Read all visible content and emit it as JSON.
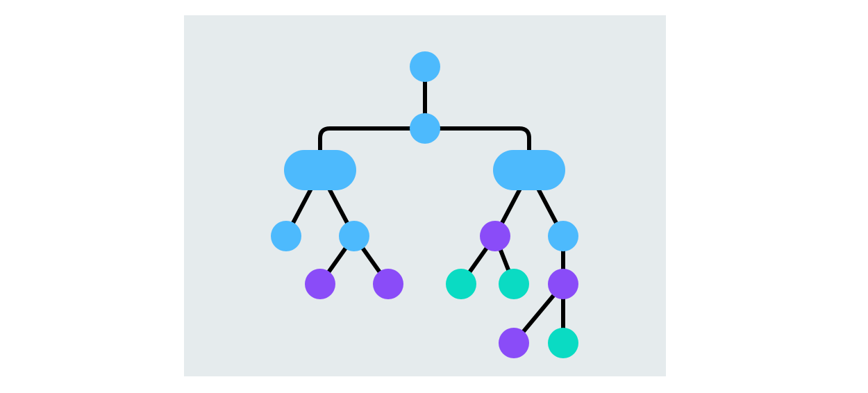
{
  "diagram": {
    "type": "tree",
    "colors": {
      "page_background": "#ffffff",
      "panel_background": "#e5ebed",
      "edge": "#000000",
      "blue": "#4dbafd",
      "purple": "#8a4cf8",
      "teal": "#0adbc3"
    },
    "nodes": [
      {
        "id": "root",
        "shape": "circle",
        "color": "blue"
      },
      {
        "id": "hub",
        "shape": "circle",
        "color": "blue"
      },
      {
        "id": "left-group",
        "shape": "pill",
        "color": "blue"
      },
      {
        "id": "right-group",
        "shape": "pill",
        "color": "blue"
      },
      {
        "id": "left-leaf",
        "shape": "circle",
        "color": "blue"
      },
      {
        "id": "left-branch",
        "shape": "circle",
        "color": "blue"
      },
      {
        "id": "left-branch-child-1",
        "shape": "circle",
        "color": "purple"
      },
      {
        "id": "left-branch-child-2",
        "shape": "circle",
        "color": "purple"
      },
      {
        "id": "right-branch-a",
        "shape": "circle",
        "color": "purple"
      },
      {
        "id": "right-branch-a-child-1",
        "shape": "circle",
        "color": "teal"
      },
      {
        "id": "right-branch-a-child-2",
        "shape": "circle",
        "color": "teal"
      },
      {
        "id": "right-branch-b",
        "shape": "circle",
        "color": "blue"
      },
      {
        "id": "right-branch-b-mid",
        "shape": "circle",
        "color": "purple"
      },
      {
        "id": "right-branch-b-mid-child-1",
        "shape": "circle",
        "color": "purple"
      },
      {
        "id": "right-branch-b-mid-child-2",
        "shape": "circle",
        "color": "teal"
      }
    ],
    "edges": [
      {
        "from": "root",
        "to": "hub"
      },
      {
        "from": "hub",
        "to": "left-group"
      },
      {
        "from": "hub",
        "to": "right-group"
      },
      {
        "from": "left-group",
        "to": "left-leaf"
      },
      {
        "from": "left-group",
        "to": "left-branch"
      },
      {
        "from": "left-branch",
        "to": "left-branch-child-1"
      },
      {
        "from": "left-branch",
        "to": "left-branch-child-2"
      },
      {
        "from": "right-group",
        "to": "right-branch-a"
      },
      {
        "from": "right-group",
        "to": "right-branch-b"
      },
      {
        "from": "right-branch-a",
        "to": "right-branch-a-child-1"
      },
      {
        "from": "right-branch-a",
        "to": "right-branch-a-child-2"
      },
      {
        "from": "right-branch-b",
        "to": "right-branch-b-mid"
      },
      {
        "from": "right-branch-b-mid",
        "to": "right-branch-b-mid-child-1"
      },
      {
        "from": "right-branch-b-mid",
        "to": "right-branch-b-mid-child-2"
      }
    ]
  }
}
